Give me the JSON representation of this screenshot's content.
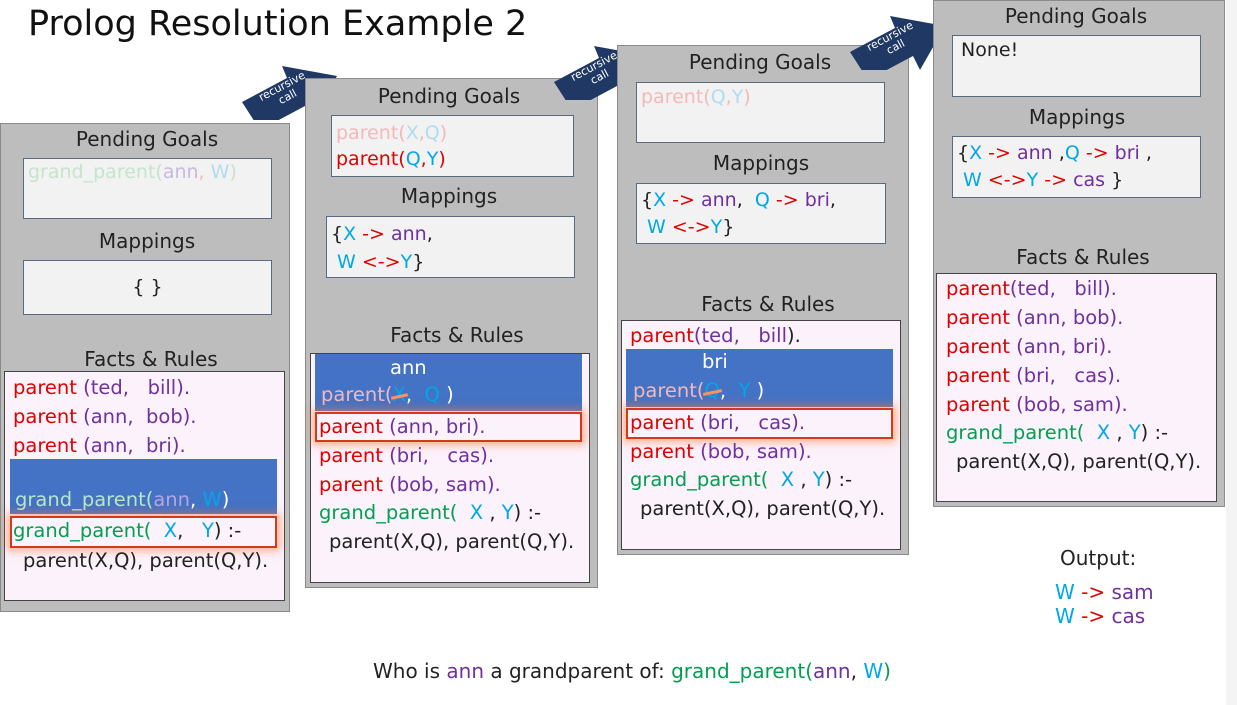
{
  "title": "Prolog Resolution Example 2",
  "labels": {
    "pending_goals": "Pending Goals",
    "mappings": "Mappings",
    "facts_rules": "Facts & Rules",
    "recursive_call": [
      "recursive",
      "call"
    ]
  },
  "stage1": {
    "goal": {
      "name": "grand_parent(",
      "a1": "ann",
      "sep": ", ",
      "a2": "W",
      "end": ")"
    },
    "mapping": "{ }"
  },
  "stage2": {
    "goals": [
      {
        "name": "parent(",
        "a1": "X",
        "sep": ",",
        "a2": "Q",
        "end": ")"
      },
      {
        "name": "parent(",
        "a1": "Q",
        "sep": ",",
        "a2": "Y",
        "end": ")"
      }
    ],
    "mapping": {
      "open": "{",
      "x": "X",
      "arr1": "->",
      "ann": "ann",
      "comma": ",",
      "w": "W",
      "arr2": "<->",
      "y": "Y",
      "close": "}"
    },
    "binding_value": "ann"
  },
  "stage3": {
    "goal": {
      "name": "parent(",
      "a1": "Q",
      "sep": ",",
      "a2": "Y",
      "end": ")"
    },
    "mapping": {
      "open": "{",
      "x": "X",
      "arr1": "->",
      "ann": "ann",
      "comma": ",",
      "q": "Q",
      "arr3": "->",
      "bri": "bri",
      "comma2": ",",
      "w": "W",
      "arr2": "<->",
      "y": "Y",
      "close": "}"
    },
    "binding_value": "bri"
  },
  "stage4": {
    "goal_text": "None!",
    "mapping": {
      "open": "{",
      "x": "X",
      "arr1": "->",
      "ann": "ann",
      "comma": ",",
      "q": "Q",
      "arr3": "->",
      "bri": "bri",
      "comma2": ",",
      "w": "W",
      "arr2": "<->",
      "y": "Y",
      "arr4": "->",
      "cas": "cas",
      "close": "}"
    }
  },
  "facts": [
    {
      "pred": "parent",
      "open": "(",
      "a1": "ted",
      "sep": ",",
      "a2": "bill",
      "close": ")."
    },
    {
      "pred": "parent",
      "open": "(",
      "a1": "ann",
      "sep": ",",
      "a2": "bob",
      "close": ")."
    },
    {
      "pred": "parent",
      "open": "(",
      "a1": "ann",
      "sep": ",",
      "a2": "bri",
      "close": ")."
    },
    {
      "pred": "parent",
      "open": "(",
      "a1": "bri",
      "sep": ",",
      "a2": "cas",
      "close": ")."
    },
    {
      "pred": "parent",
      "open": "(",
      "a1": "bob",
      "sep": ",",
      "a2": "sam",
      "close": ")."
    }
  ],
  "rule": {
    "head": "grand_parent(",
    "x": "X",
    "sep": ",",
    "y": "Y",
    "neck": ") :-",
    "body": "parent(X,Q), parent(Q,Y)."
  },
  "query_line": {
    "name": "grand_parent(",
    "a1": "ann",
    "sep": ", ",
    "a2": "W",
    "end": ")"
  },
  "output": {
    "label": "Output:",
    "lines": [
      {
        "var": "W",
        "arrow": "->",
        "val": "sam"
      },
      {
        "var": "W",
        "arrow": "->",
        "val": "cas"
      }
    ]
  },
  "caption": {
    "pre": "Who is ",
    "ann": "ann",
    "mid": " a grandparent of: ",
    "goal": "grand_parent(",
    "a1": "ann",
    "sep": ", ",
    "a2": "W",
    "end": ")"
  },
  "colors": {
    "frame": "#bdbdbd",
    "binding_band": "#4472c4",
    "predicate": "#e00000",
    "atom": "#7030a0",
    "variable": "#00a8e8",
    "rule": "#00a050",
    "highlight": "#d43a1a"
  }
}
